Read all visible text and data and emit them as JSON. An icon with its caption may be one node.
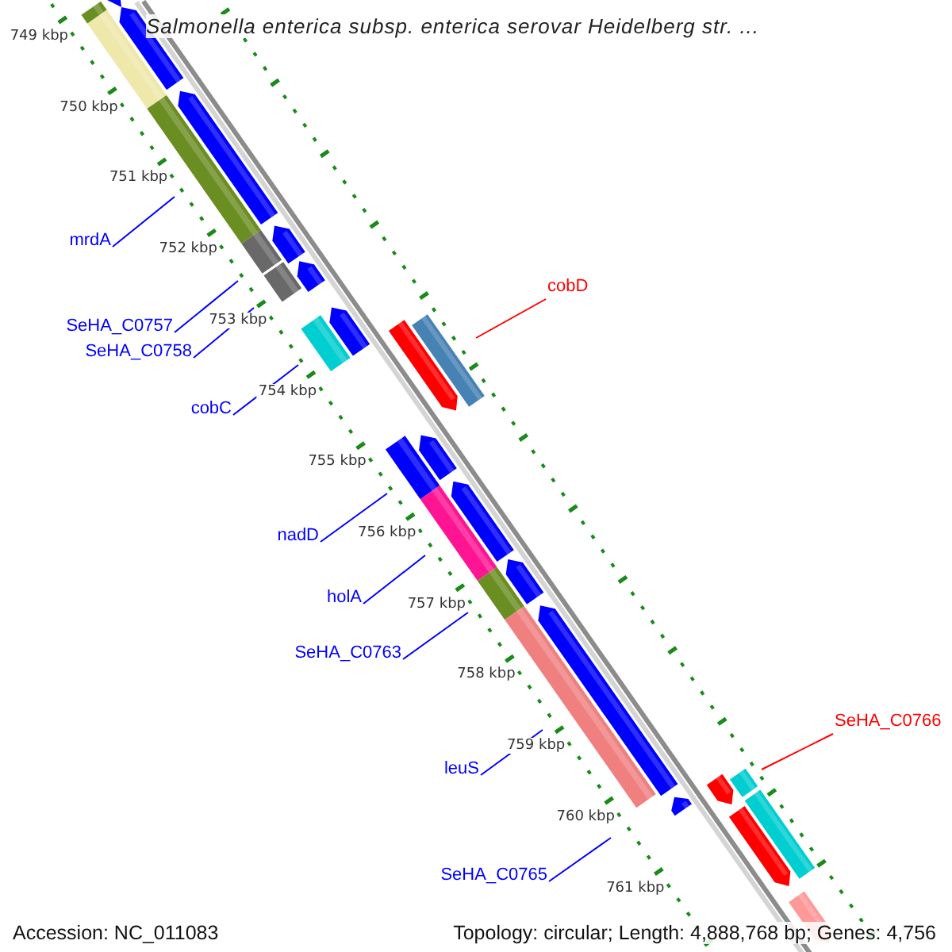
{
  "diagram": {
    "title": "Salmonella enterica subsp. enterica serovar Heidelberg str. ...",
    "nodes": [
      {
        "text": [
          "mrdA"
        ]
      },
      {
        "text": [
          "SeHA_C0757"
        ]
      },
      {
        "text": [
          "SeHA_C0758"
        ]
      },
      {
        "text": [
          "cobC"
        ]
      },
      {
        "text": [
          "cobD"
        ]
      },
      {
        "text": [
          "nadD"
        ]
      },
      {
        "text": [
          "holA"
        ]
      },
      {
        "text": [
          "SeHA_C0763"
        ]
      },
      {
        "text": [
          "leuS"
        ]
      },
      {
        "text": [
          "SeHA_C0765"
        ]
      },
      {
        "text": [
          "SeHA_C0766"
        ]
      },
      {
        "text": [],
        "shape": "bar"
      },
      {
        "text": [],
        "shape": "bar"
      },
      {
        "text": [],
        "shape": "bar"
      },
      {
        "text": [],
        "shape": "bar"
      },
      {
        "text": [],
        "shape": "bar"
      },
      {
        "text": [],
        "shape": "bar"
      },
      {
        "text": [],
        "shape": "bar"
      },
      {
        "text": [],
        "shape": "bar"
      },
      {
        "text": [],
        "shape": "bar"
      },
      {
        "text": [],
        "shape": "bar"
      }
    ],
    "edges": [
      {
        "from": 0,
        "to": 11,
        "arrow": "none"
      },
      {
        "from": 1,
        "to": 12,
        "arrow": "none"
      },
      {
        "from": 2,
        "to": 13,
        "arrow": "none"
      },
      {
        "from": 3,
        "to": 14,
        "arrow": "none"
      },
      {
        "from": 4,
        "to": 15,
        "arrow": "none",
        "color": "#ff0000"
      },
      {
        "from": 5,
        "to": 16,
        "arrow": "none"
      },
      {
        "from": 6,
        "to": 17,
        "arrow": "none"
      },
      {
        "from": 7,
        "to": 18,
        "arrow": "none"
      },
      {
        "from": 8,
        "to": 19,
        "arrow": "none"
      },
      {
        "from": 9,
        "to": null,
        "arrow": "none"
      },
      {
        "from": 10,
        "to": 20,
        "arrow": "none",
        "color": "#ff0000"
      }
    ],
    "labels": [
      "749 kbp",
      "750 kbp",
      "751 kbp",
      "752 kbp",
      "753 kbp",
      "754 kbp",
      "755 kbp",
      "756 kbp",
      "757 kbp",
      "758 kbp",
      "759 kbp",
      "760 kbp",
      "761 kbp",
      "Accession: NC_011083",
      "Topology: circular; Length: 4,888,768 bp; Genes: 4,756"
    ]
  }
}
